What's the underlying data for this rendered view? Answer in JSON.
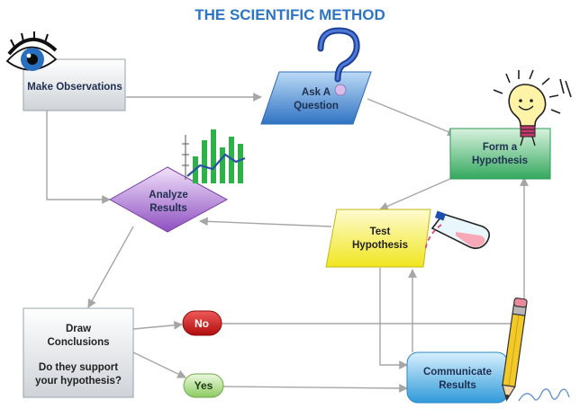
{
  "title": "THE SCIENTIFIC METHOD",
  "nodes": {
    "observations": {
      "label": "Make Observations"
    },
    "question": {
      "line1": "Ask A",
      "line2": "Question"
    },
    "hypothesis": {
      "line1": "Form a",
      "line2": "Hypothesis"
    },
    "analyze": {
      "line1": "Analyze",
      "line2": "Results"
    },
    "test": {
      "line1": "Test",
      "line2": "Hypothesis"
    },
    "conclusions": {
      "line1": "Draw",
      "line2": "Conclusions",
      "line3": "Do they support",
      "line4": "your hypothesis?"
    },
    "communicate": {
      "line1": "Communicate",
      "line2": "Results"
    }
  },
  "decisions": {
    "no": "No",
    "yes": "Yes"
  },
  "icons": {
    "eye": "eye-icon",
    "question_mark": "question-mark-icon",
    "lightbulb": "lightbulb-icon",
    "bar_chart": "bar-chart-icon",
    "flask": "flask-icon",
    "pencil": "pencil-icon"
  },
  "colors": {
    "title": "#2e74c4",
    "question_box": "#3d82d0",
    "hypothesis_box": "#3fb36a",
    "analyze_diamond": "#9b5fc8",
    "test_box": "#f4ef2e",
    "communicate_box": "#3aa5e0",
    "no_pill": "#c81212",
    "yes_pill": "#9fd47a",
    "arrow": "#a6a6a6"
  }
}
